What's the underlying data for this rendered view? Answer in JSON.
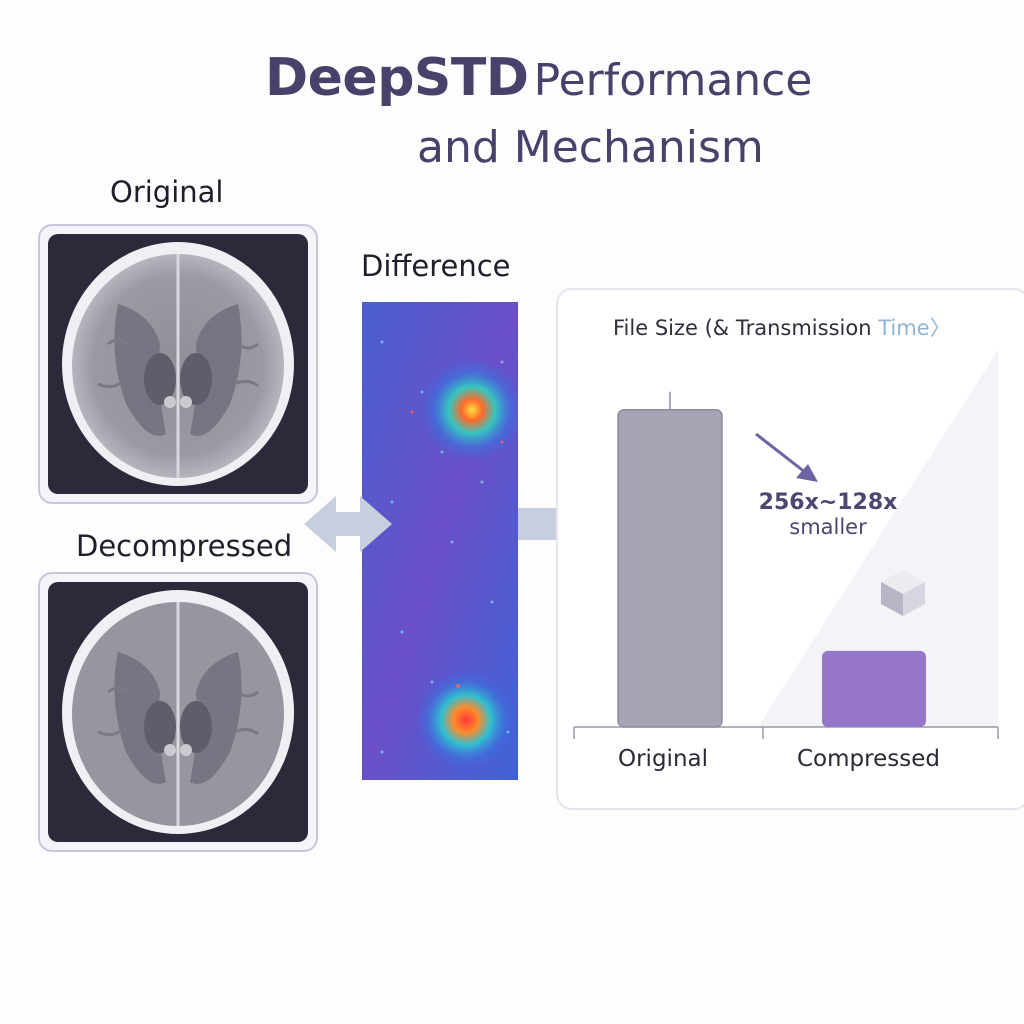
{
  "title": {
    "line1_bold": "DeepSTD",
    "line1_rest": "Performance",
    "line2": "and Mechanism"
  },
  "panels": {
    "original_label": "Original",
    "decompressed_label": "Decompressed",
    "difference_label": "Difference"
  },
  "chart_data": {
    "type": "bar",
    "title": "File Size (& Transmission",
    "title_accent": "Time",
    "title_end": "〉",
    "categories": [
      "Original",
      "Compressed"
    ],
    "values": [
      100,
      24
    ],
    "ylim": [
      0,
      110
    ],
    "annotation": {
      "ratio": "256x~128x",
      "text": "smaller"
    },
    "colors": {
      "original": "#a6a5b6",
      "compressed": "#9576c8"
    }
  },
  "colors": {
    "title": "#47426a",
    "scan_bg": "#2b2a3b",
    "arrow": "#c7cedd"
  },
  "icons": [
    "arrow-left-right-icon",
    "arrow-right-icon",
    "down-right-arrow-icon",
    "cube-icon"
  ]
}
